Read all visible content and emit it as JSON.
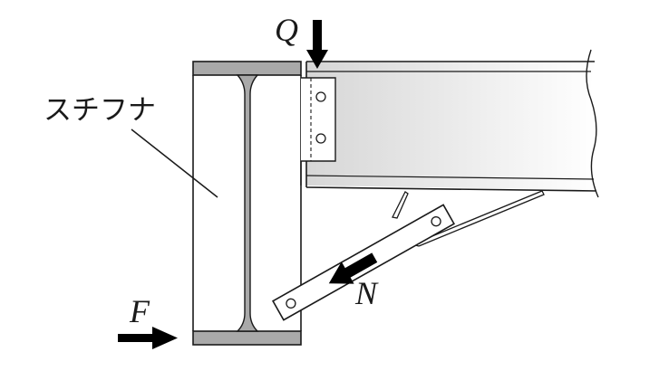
{
  "labels": {
    "stiffener": "スチフナ",
    "force_q": "Q",
    "force_f": "F",
    "force_n": "N"
  },
  "colors": {
    "stroke": "#1a1a1a",
    "flange_fill": "#a9a9a9",
    "beam_gradient_start": "#d6d6d6",
    "beam_gradient_end": "#ffffff",
    "background": "#ffffff",
    "arrow": "#000000"
  },
  "icons": {
    "force_arrow": "solid-arrow",
    "bolt": "bolt-hole-circle"
  }
}
